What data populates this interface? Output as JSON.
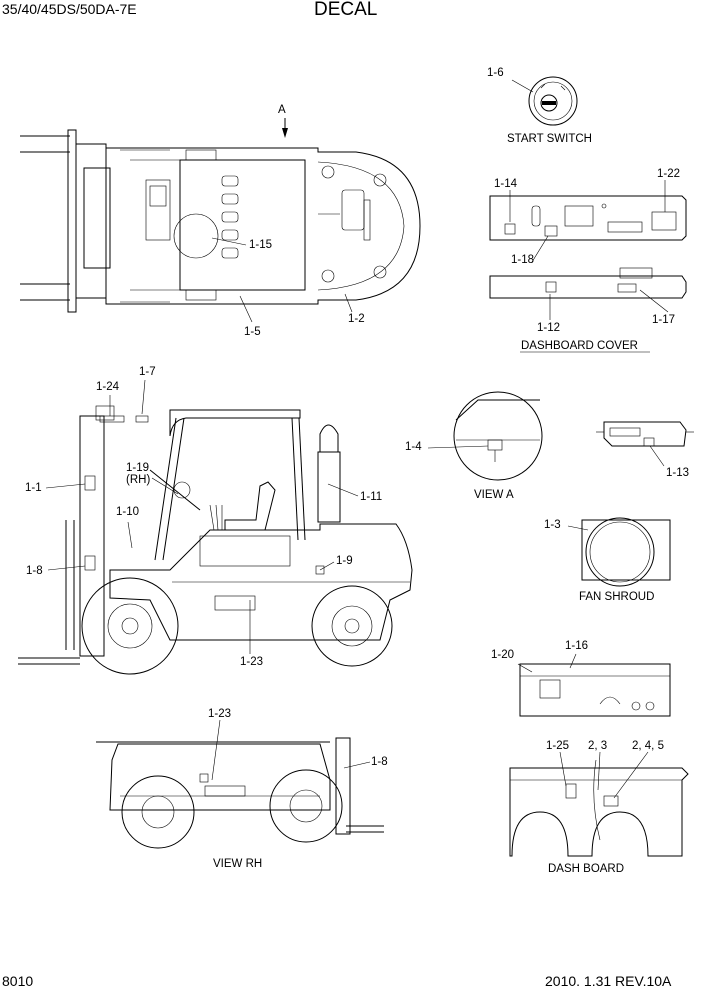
{
  "header": {
    "model": "35/40/45DS/50DA-7E",
    "title": "DECAL"
  },
  "footer": {
    "page": "8010",
    "revision": "2010. 1.31  REV.10A"
  },
  "views": {
    "view_a_arrow": "A",
    "start_switch": "START SWITCH",
    "dashboard_cover": "DASHBOARD COVER",
    "view_a": "VIEW  A",
    "fan_shroud": "FAN SHROUD",
    "view_rh": "VIEW  RH",
    "dash_board": "DASH BOARD"
  },
  "callouts": {
    "c1_6": "1-6",
    "c1_14": "1-14",
    "c1_22": "1-22",
    "c1_15": "1-15",
    "c1_18": "1-18",
    "c1_12": "1-12",
    "c1_17": "1-17",
    "c1_5": "1-5",
    "c1_2": "1-2",
    "c1_24": "1-24",
    "c1_7": "1-7",
    "c1_19": "1-19",
    "c1_19_rh": "(RH)",
    "c1_1": "1-1",
    "c1_10": "1-10",
    "c1_8a": "1-8",
    "c1_11": "1-11",
    "c1_9": "1-9",
    "c1_23a": "1-23",
    "c1_4": "1-4",
    "c1_13": "1-13",
    "c1_3": "1-3",
    "c1_20": "1-20",
    "c1_16": "1-16",
    "c1_23b": "1-23",
    "c1_8b": "1-8",
    "c1_25": "1-25",
    "c2_3": "2, 3",
    "c2_4_5": "2, 4, 5"
  }
}
